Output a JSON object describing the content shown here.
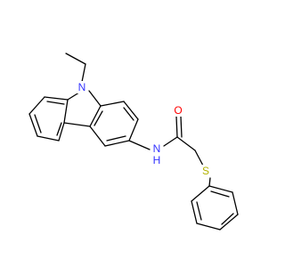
{
  "molecule": {
    "atoms": {
      "N1": {
        "label": "N",
        "color": "#3333ff"
      },
      "N2": {
        "label": "N",
        "color": "#3333ff"
      },
      "N2_H": {
        "label": "H",
        "color": "#3333ff"
      },
      "O1": {
        "label": "O",
        "color": "#ff0000"
      },
      "S1": {
        "label": "S",
        "color": "#b2b200"
      }
    }
  }
}
